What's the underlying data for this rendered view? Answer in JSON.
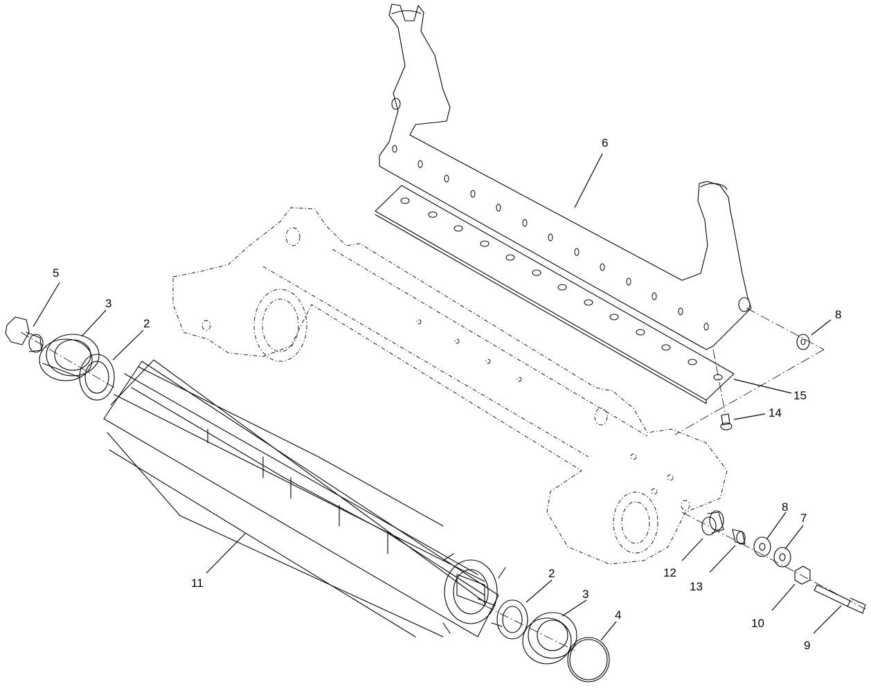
{
  "diagram": {
    "callouts": [
      {
        "id": "c5",
        "label": "5"
      },
      {
        "id": "c3a",
        "label": "3"
      },
      {
        "id": "c2a",
        "label": "2"
      },
      {
        "id": "c6",
        "label": "6"
      },
      {
        "id": "c8a",
        "label": "8"
      },
      {
        "id": "c15",
        "label": "15"
      },
      {
        "id": "c14",
        "label": "14"
      },
      {
        "id": "c11",
        "label": "11"
      },
      {
        "id": "c2b",
        "label": "2"
      },
      {
        "id": "c3b",
        "label": "3"
      },
      {
        "id": "c4",
        "label": "4"
      },
      {
        "id": "c12",
        "label": "12"
      },
      {
        "id": "c13",
        "label": "13"
      },
      {
        "id": "c8b",
        "label": "8"
      },
      {
        "id": "c7",
        "label": "7"
      },
      {
        "id": "c10",
        "label": "10"
      },
      {
        "id": "c9",
        "label": "9"
      }
    ]
  }
}
